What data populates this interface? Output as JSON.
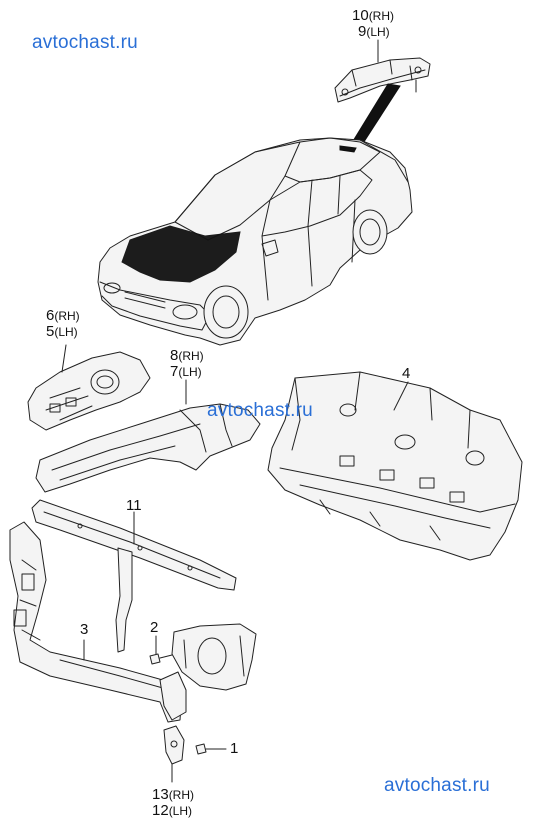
{
  "watermarks": [
    "avtochast.ru",
    "avtochast.ru",
    "avtochast.ru"
  ],
  "labels": {
    "p10": {
      "num": "10",
      "side": "(RH)"
    },
    "p9": {
      "num": "9",
      "side": "(LH)"
    },
    "p6": {
      "num": "6",
      "side": "(RH)"
    },
    "p5": {
      "num": "5",
      "side": "(LH)"
    },
    "p8": {
      "num": "8",
      "side": "(RH)"
    },
    "p7": {
      "num": "7",
      "side": "(LH)"
    },
    "p4": {
      "num": "4"
    },
    "p11": {
      "num": "11"
    },
    "p3": {
      "num": "3"
    },
    "p2": {
      "num": "2"
    },
    "p1": {
      "num": "1"
    },
    "p13": {
      "num": "13",
      "side": "(RH)"
    },
    "p12": {
      "num": "12",
      "side": "(LH)"
    }
  },
  "colors": {
    "watermark": "#2a6fd6",
    "line": "#222222",
    "fill": "#f4f4f4"
  }
}
